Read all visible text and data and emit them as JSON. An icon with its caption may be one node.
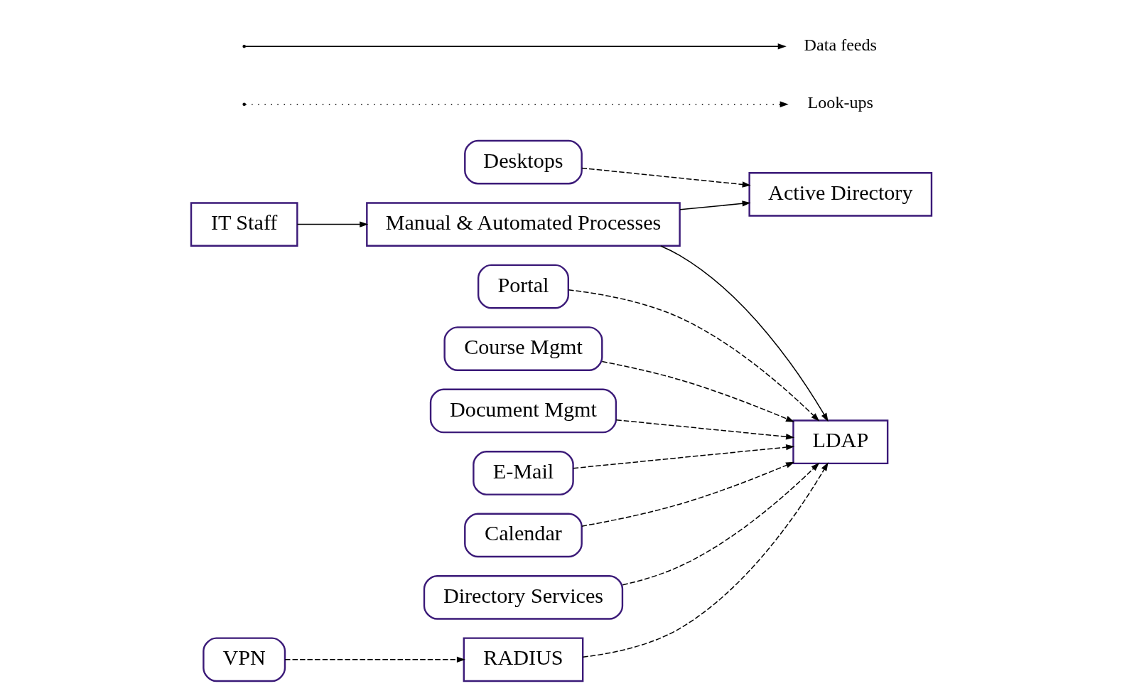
{
  "diagram": {
    "nodes": [
      {
        "text": [
          "IT Staff"
        ]
      },
      {
        "text": [
          "Manual & Automated Processes"
        ]
      },
      {
        "text": [
          "Active Directory"
        ]
      },
      {
        "text": [
          "Portal"
        ]
      },
      {
        "text": [
          "Desktops"
        ]
      },
      {
        "text": [
          "LDAP"
        ]
      },
      {
        "text": [
          "Course Mgmt"
        ]
      },
      {
        "text": [
          "Document Mgmt"
        ]
      },
      {
        "text": [
          "E-Mail"
        ]
      },
      {
        "text": [
          "Calendar"
        ]
      },
      {
        "text": [
          "Directory Services"
        ]
      },
      {
        "text": [
          "RADIUS"
        ]
      },
      {
        "text": [
          "VPN"
        ]
      }
    ],
    "edges": [
      {
        "from": 0,
        "to": 1,
        "arrow": "to"
      },
      {
        "from": 1,
        "to": 2,
        "arrow": "to"
      },
      {
        "from": 1,
        "to": 5,
        "arrow": "to"
      },
      {
        "from": 4,
        "to": 2,
        "arrow": "to",
        "style": "dashed"
      },
      {
        "from": 3,
        "to": 5,
        "arrow": "to",
        "style": "dashed"
      },
      {
        "from": 6,
        "to": 5,
        "arrow": "to",
        "style": "dashed"
      },
      {
        "from": 7,
        "to": 5,
        "arrow": "to",
        "style": "dashed"
      },
      {
        "from": 8,
        "to": 5,
        "arrow": "to",
        "style": "dashed"
      },
      {
        "from": 9,
        "to": 5,
        "arrow": "to",
        "style": "dashed"
      },
      {
        "from": 10,
        "to": 5,
        "arrow": "to",
        "style": "dashed"
      },
      {
        "from": 11,
        "to": 5,
        "arrow": "to",
        "style": "dashed"
      },
      {
        "from": 12,
        "to": 11,
        "arrow": "to",
        "style": "dashed"
      }
    ],
    "legend": [
      {
        "text": "Data feeds"
      },
      {
        "text": "Look-ups"
      }
    ]
  }
}
